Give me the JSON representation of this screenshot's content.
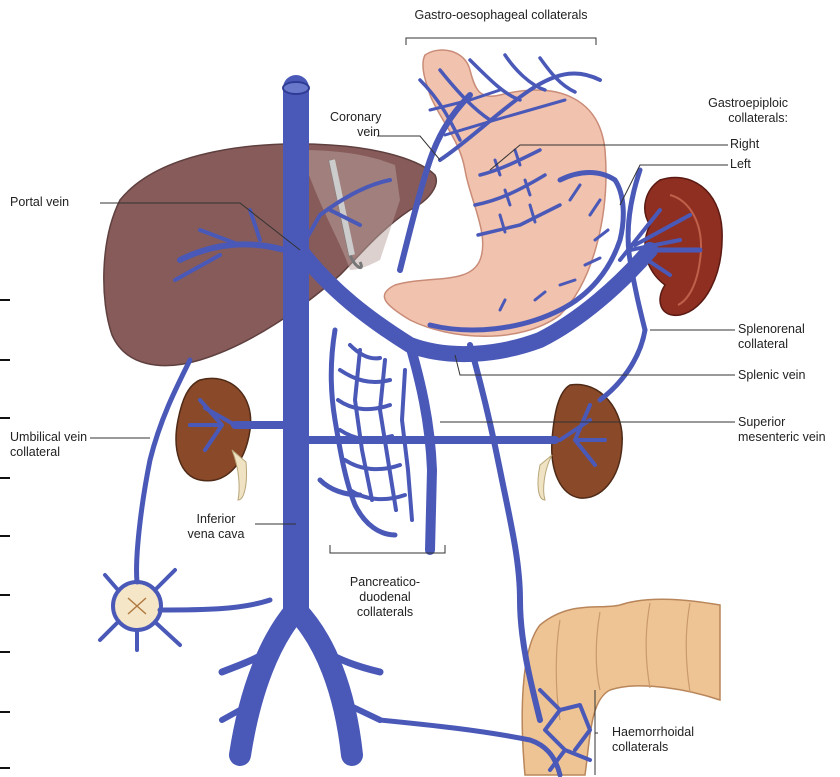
{
  "labels": {
    "gastro_oesophageal": "Gastro-oesophageal collaterals",
    "coronary_vein": [
      "Coronary",
      "vein"
    ],
    "gastroepiploic": [
      "Gastroepiploic",
      "collaterals:",
      "Right",
      "Left"
    ],
    "portal_vein": "Portal vein",
    "splenorenal": [
      "Splenorenal",
      "collateral"
    ],
    "splenic_vein": "Splenic vein",
    "superior_mesenteric": [
      "Superior",
      "mesenteric vein"
    ],
    "umbilical": [
      "Umbilical vein",
      "collateral"
    ],
    "ivc": [
      "Inferior",
      "vena cava"
    ],
    "pancreatico": [
      "Pancreatico-",
      "duodenal",
      "collaterals"
    ],
    "haemorrhoidal": [
      "Haemorrhoidal",
      "collaterals"
    ]
  },
  "colors": {
    "vein": "#4a59b8",
    "vein_dark": "#2f3c94",
    "liver": "#7a4a48",
    "stomach": "#f1c2ad",
    "spleen": "#8e2f22",
    "kidney": "#8a4a2a",
    "colon": "#efc495"
  }
}
